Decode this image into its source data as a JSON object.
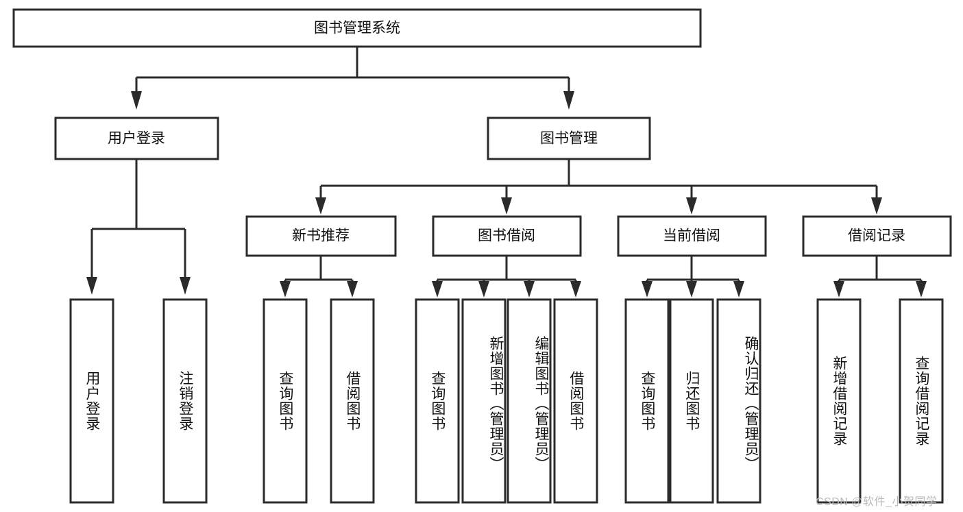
{
  "diagram": {
    "type": "tree-hierarchy",
    "title": "图书管理系统",
    "root": {
      "id": "root",
      "label": "图书管理系统",
      "orientation": "horizontal"
    },
    "level1": [
      {
        "id": "user-login",
        "label": "用户登录",
        "orientation": "horizontal"
      },
      {
        "id": "book-management",
        "label": "图书管理",
        "orientation": "horizontal"
      }
    ],
    "level2": [
      {
        "id": "new-book-recommend",
        "label": "新书推荐",
        "parent": "book-management",
        "orientation": "horizontal"
      },
      {
        "id": "book-borrow",
        "label": "图书借阅",
        "parent": "book-management",
        "orientation": "horizontal"
      },
      {
        "id": "current-borrow",
        "label": "当前借阅",
        "parent": "book-management",
        "orientation": "horizontal"
      },
      {
        "id": "borrow-record",
        "label": "借阅记录",
        "parent": "book-management",
        "orientation": "horizontal"
      }
    ],
    "leaves": [
      {
        "id": "leaf-user-login",
        "label": "用户登录",
        "parent": "user-login",
        "orientation": "vertical"
      },
      {
        "id": "leaf-logout-login",
        "label": "注销登录",
        "parent": "user-login",
        "orientation": "vertical"
      },
      {
        "id": "leaf-query-book-1",
        "label": "查询图书",
        "parent": "new-book-recommend",
        "orientation": "vertical"
      },
      {
        "id": "leaf-borrow-book-1",
        "label": "借阅图书",
        "parent": "new-book-recommend",
        "orientation": "vertical"
      },
      {
        "id": "leaf-query-book-2",
        "label": "查询图书",
        "parent": "book-borrow",
        "orientation": "vertical"
      },
      {
        "id": "leaf-add-book-admin",
        "label": "新增图书（管理员）",
        "parent": "book-borrow",
        "orientation": "vertical"
      },
      {
        "id": "leaf-edit-book-admin",
        "label": "编辑图书（管理员）",
        "parent": "book-borrow",
        "orientation": "vertical"
      },
      {
        "id": "leaf-borrow-book-2",
        "label": "借阅图书",
        "parent": "book-borrow",
        "orientation": "vertical"
      },
      {
        "id": "leaf-query-book-3",
        "label": "查询图书",
        "parent": "current-borrow",
        "orientation": "vertical"
      },
      {
        "id": "leaf-return-book",
        "label": "归还图书",
        "parent": "current-borrow",
        "orientation": "vertical"
      },
      {
        "id": "leaf-confirm-return-admin",
        "label": "确认归还（管理员）",
        "parent": "current-borrow",
        "orientation": "vertical"
      },
      {
        "id": "leaf-add-borrow-record",
        "label": "新增借阅记录",
        "parent": "borrow-record",
        "orientation": "vertical"
      },
      {
        "id": "leaf-query-borrow-record",
        "label": "查询借阅记录",
        "parent": "borrow-record",
        "orientation": "vertical"
      }
    ]
  },
  "watermark": {
    "text": "CSDN @软件_小贺同学"
  },
  "colors": {
    "background": "#ffffff",
    "box_fill": "#ffffff",
    "box_stroke": "#2b2b2b",
    "text": "#111111",
    "watermark": "#b9b9b9"
  }
}
